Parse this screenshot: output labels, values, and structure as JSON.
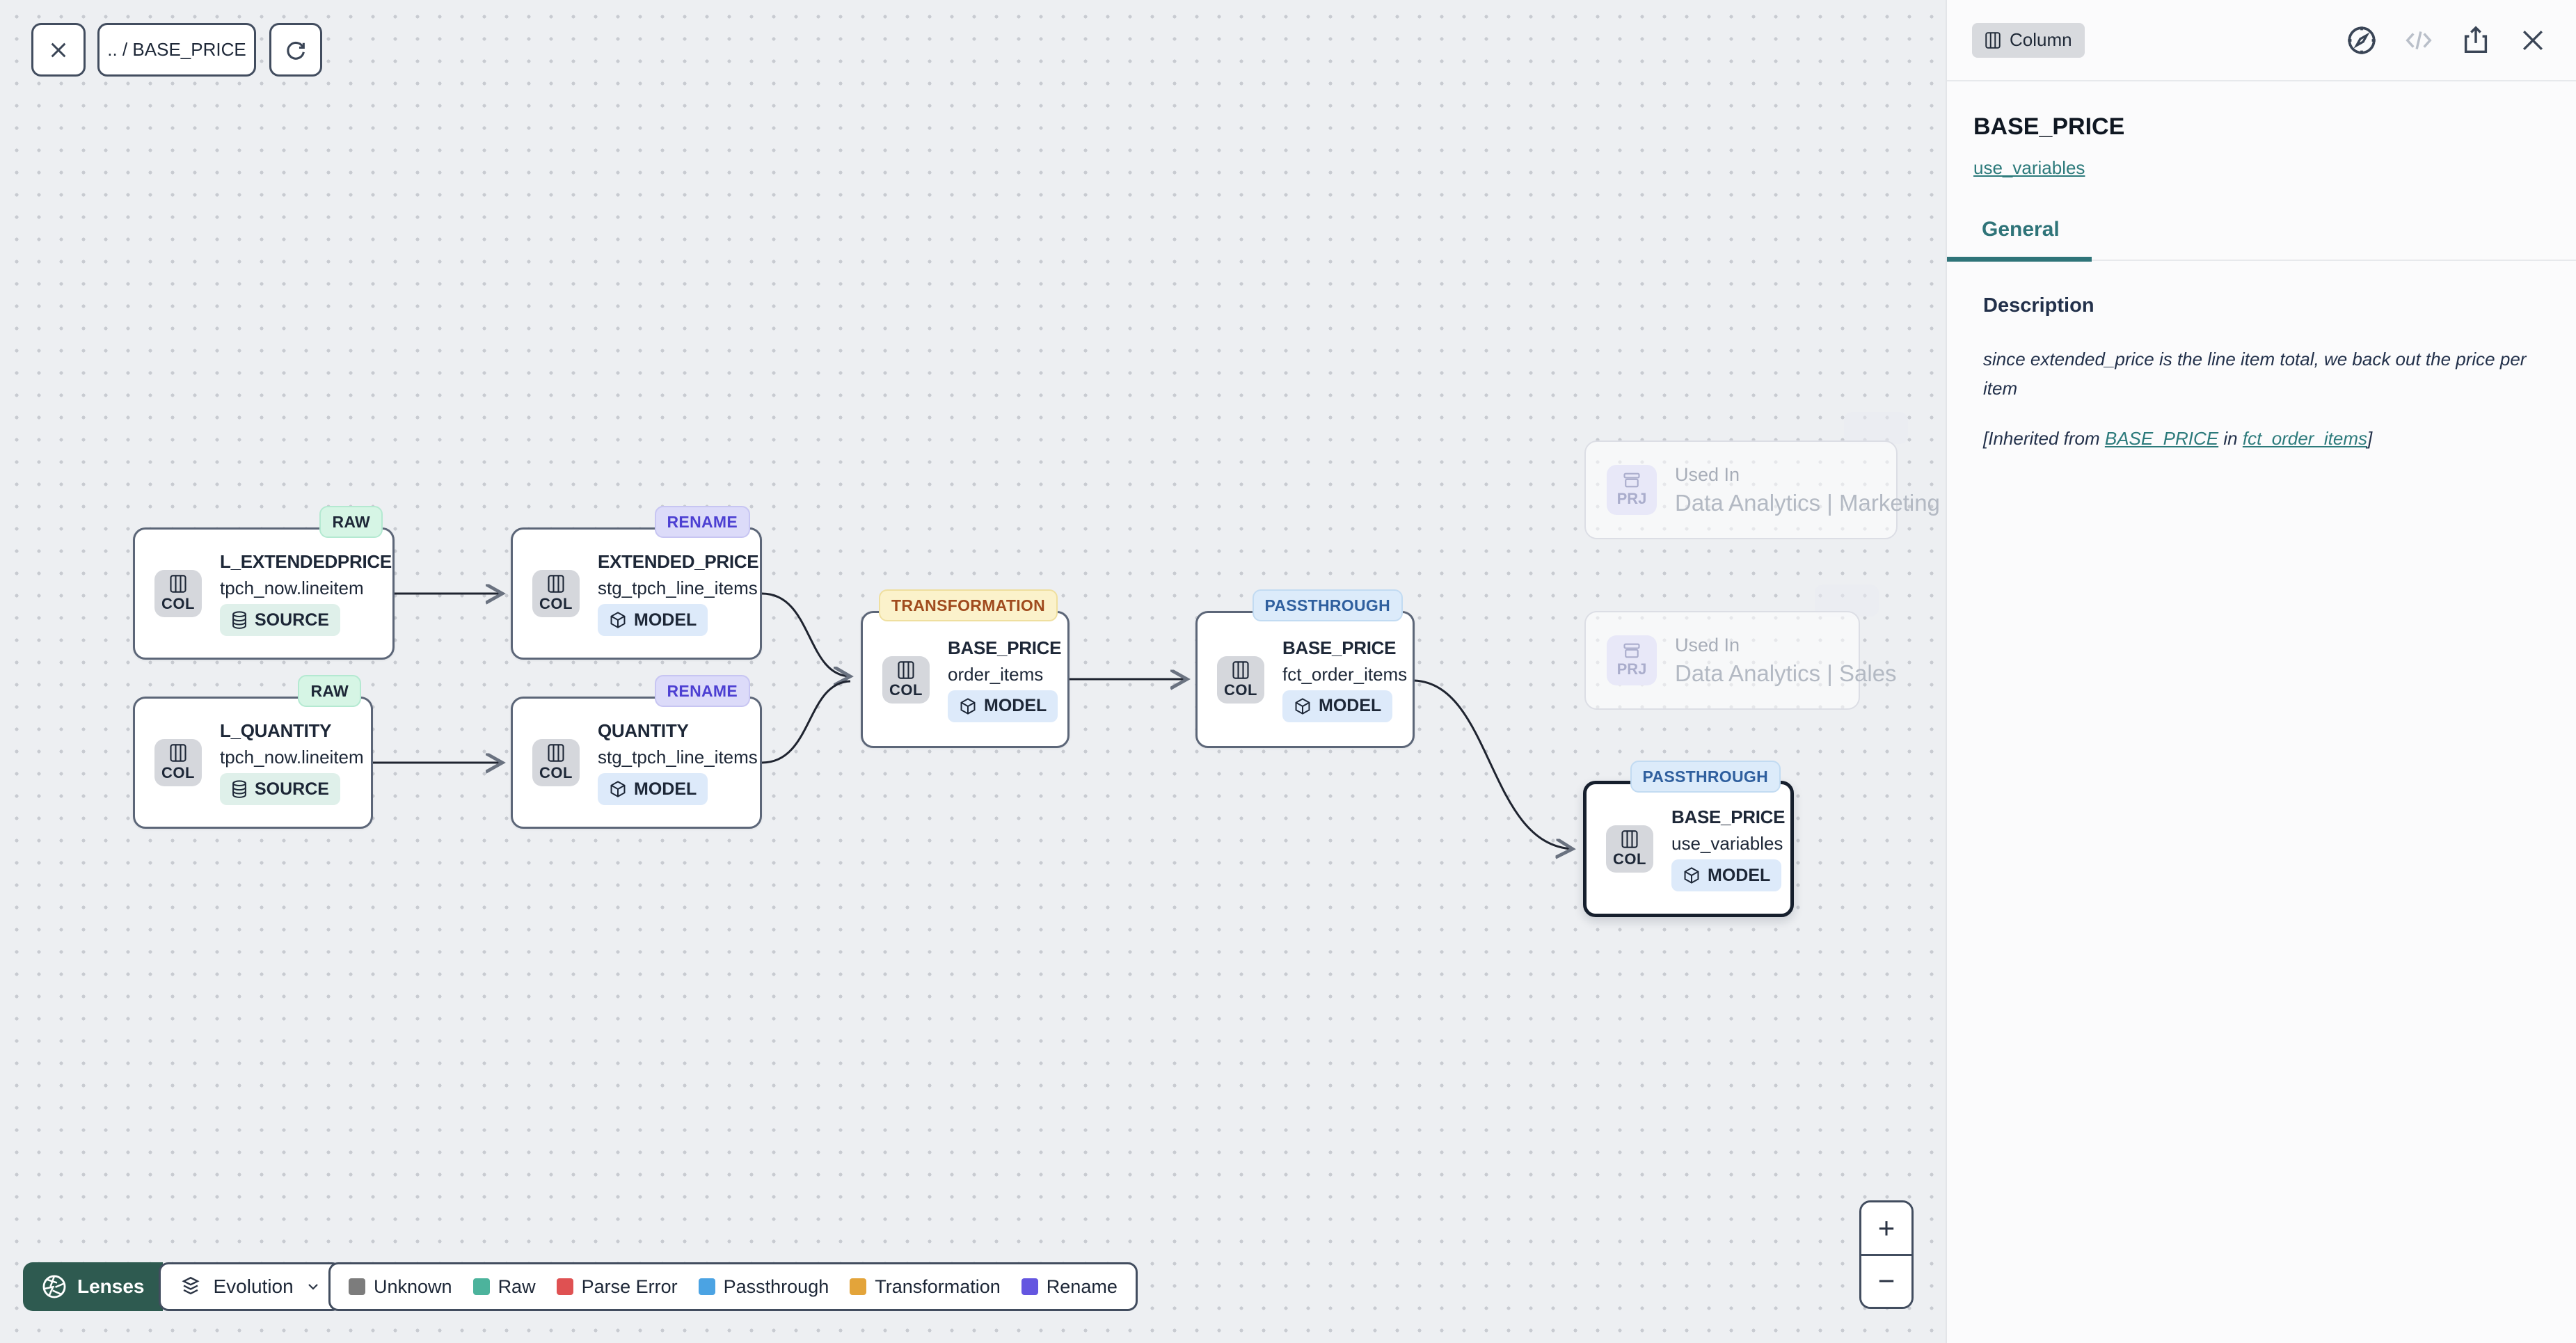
{
  "toolbar": {
    "breadcrumb": ".. / BASE_PRICE"
  },
  "nodes": [
    {
      "badge": "RAW",
      "title": "L_EXTENDEDPRICE",
      "subtitle": "tpch_now.lineitem",
      "kind": "COL",
      "chip": "SOURCE"
    },
    {
      "badge": "RENAME",
      "title": "EXTENDED_PRICE",
      "subtitle": "stg_tpch_line_items",
      "kind": "COL",
      "chip": "MODEL"
    },
    {
      "badge": "RAW",
      "title": "L_QUANTITY",
      "subtitle": "tpch_now.lineitem",
      "kind": "COL",
      "chip": "SOURCE"
    },
    {
      "badge": "RENAME",
      "title": "QUANTITY",
      "subtitle": "stg_tpch_line_items",
      "kind": "COL",
      "chip": "MODEL"
    },
    {
      "badge": "TRANSFORMATION",
      "title": "BASE_PRICE",
      "subtitle": "order_items",
      "kind": "COL",
      "chip": "MODEL"
    },
    {
      "badge": "PASSTHROUGH",
      "title": "BASE_PRICE",
      "subtitle": "fct_order_items",
      "kind": "COL",
      "chip": "MODEL"
    },
    {
      "badge": "PASSTHROUGH",
      "title": "BASE_PRICE",
      "subtitle": "use_variables",
      "kind": "COL",
      "chip": "MODEL"
    }
  ],
  "used_in": [
    {
      "kind": "PRJ",
      "label": "Used In",
      "name": "Data Analytics | Marketing"
    },
    {
      "kind": "PRJ",
      "label": "Used In",
      "name": "Data Analytics | Sales"
    }
  ],
  "footer": {
    "lenses_label": "Lenses",
    "mode_label": "Evolution",
    "legend": [
      {
        "label": "Unknown",
        "color": "#7c7c7c"
      },
      {
        "label": "Raw",
        "color": "#4cb39c"
      },
      {
        "label": "Parse Error",
        "color": "#df5152"
      },
      {
        "label": "Passthrough",
        "color": "#4ba3e3"
      },
      {
        "label": "Transformation",
        "color": "#e3a43a"
      },
      {
        "label": "Rename",
        "color": "#6456e0"
      }
    ]
  },
  "zoom_controls": {
    "zoom_in": "+",
    "zoom_out": "−"
  },
  "panel": {
    "type_badge": "Column",
    "title": "BASE_PRICE",
    "subtitle_link": "use_variables",
    "tab": "General",
    "description_label": "Description",
    "description_body": "since extended_price is the line item total, we back out the price per item",
    "inherited_prefix": "[Inherited from ",
    "inherited_link_column": "BASE_PRICE",
    "inherited_middle": " in ",
    "inherited_link_model": "fct_order_items",
    "inherited_suffix": "]"
  },
  "colors": {
    "accent_teal": "#2c7a7b",
    "lenses_bg": "#2e5a50"
  }
}
